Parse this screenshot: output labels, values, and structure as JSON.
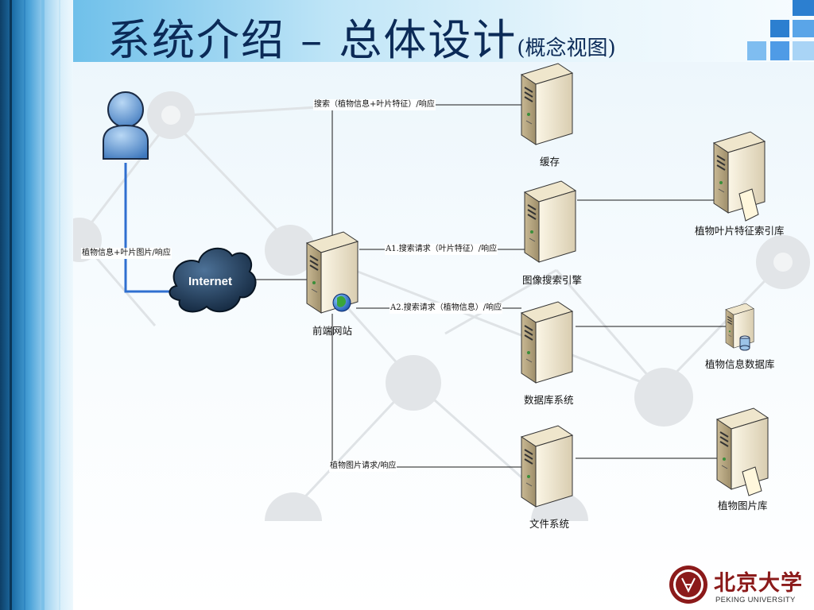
{
  "title": {
    "main": "系统介绍 – 总体设计",
    "sub": "(概念视图)"
  },
  "nodes": {
    "cache": "缓存",
    "leaf_index": "植物叶片特征索引库",
    "image_search": "图像搜索引擎",
    "frontend": "前端网站",
    "plant_db": "植物信息数据库",
    "db_system": "数据库系统",
    "file_system": "文件系统",
    "image_lib": "植物图片库",
    "internet": "Internet"
  },
  "edges": {
    "user_internet": "植物信息+叶片图片/响应",
    "search_cache": "搜索（植物信息+叶片特征）/响应",
    "a1": "A1.搜索请求（叶片特征）/响应",
    "a2": "A2.搜索请求（植物信息）/响应",
    "image_request": "植物图片请求/响应"
  },
  "logo": {
    "cn": "北京大学",
    "en": "PEKING UNIVERSITY"
  },
  "colors": {
    "title": "#0b2a57",
    "user_link": "#2f6fd0",
    "logo": "#8b1a1a"
  }
}
